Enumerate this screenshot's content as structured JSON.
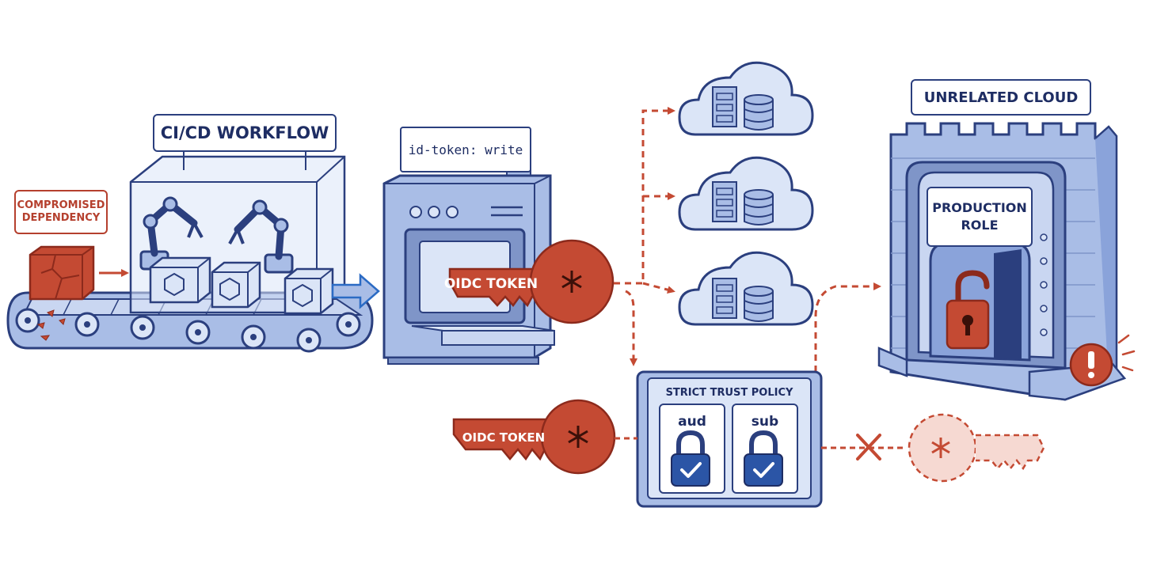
{
  "labels": {
    "compromised_dependency": "COMPROMISED DEPENDENCY",
    "cicd_workflow": "CI/CD WORKFLOW",
    "id_token_permission": "id-token: write",
    "oidc_token": "OIDC TOKEN",
    "oidc_token_rejected": "OIDC TOKEN",
    "unrelated_cloud": "UNRELATED CLOUD",
    "production_role": "PRODUCTION ROLE",
    "strict_trust_policy": "STRICT TRUST POLICY",
    "aud_claim": "aud",
    "sub_claim": "sub"
  },
  "colors": {
    "outline": "#2b3f7e",
    "blue_fill": "#a9bde6",
    "blue_light": "#dbe5f7",
    "threat_red": "#c44a33",
    "threat_light": "#f6d9d2"
  }
}
